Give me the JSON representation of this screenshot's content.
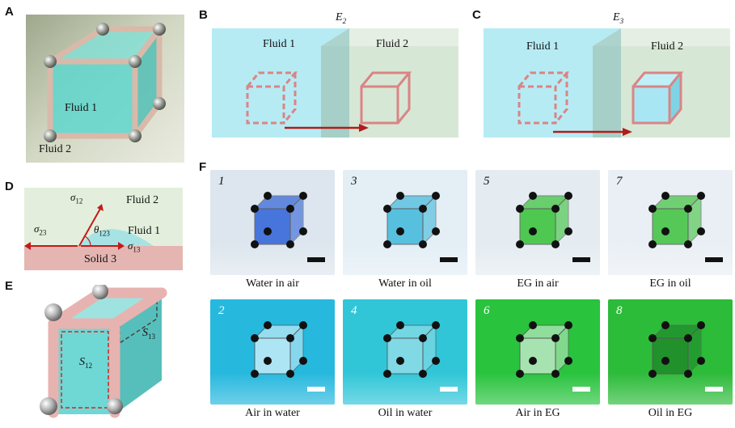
{
  "panels": {
    "A": {
      "letter": "A",
      "fluid1": "Fluid 1",
      "fluid2": "Fluid 2"
    },
    "B": {
      "letter": "B",
      "energy": "E",
      "energy_sub": "2",
      "fluid1": "Fluid 1",
      "fluid2": "Fluid 2"
    },
    "C": {
      "letter": "C",
      "energy": "E",
      "energy_sub": "3",
      "fluid1": "Fluid 1",
      "fluid2": "Fluid 2"
    },
    "D": {
      "letter": "D",
      "sigma12": "σ",
      "sigma12_sub": "12",
      "fluid2": "Fluid 2",
      "sigma23": "σ",
      "sigma23_sub": "23",
      "theta": "θ",
      "theta_sub": "123",
      "fluid1": "Fluid 1",
      "sigma13": "σ",
      "sigma13_sub": "13",
      "solid3": "Solid 3"
    },
    "E": {
      "letter": "E",
      "s13": "S",
      "s13_sub": "13",
      "s12": "S",
      "s12_sub": "12"
    },
    "F": {
      "letter": "F"
    }
  },
  "photos": [
    {
      "num": "1",
      "caption": "Water in air",
      "bg": "#dde6ee",
      "cube": "#2f62d8",
      "bar": "#111111"
    },
    {
      "num": "3",
      "caption": "Water in oil",
      "bg": "#e3eef5",
      "cube": "#3fb8dc",
      "bar": "#111111"
    },
    {
      "num": "5",
      "caption": "EG in air",
      "bg": "#e4ecf1",
      "cube": "#36c236",
      "bar": "#111111"
    },
    {
      "num": "7",
      "caption": "EG in oil",
      "bg": "#e9eff4",
      "cube": "#3dc23d",
      "bar": "#111111"
    },
    {
      "num": "2",
      "caption": "Air in water",
      "bg": "#27b8de",
      "cube": "#c6edf8",
      "bar": "#ffffff"
    },
    {
      "num": "4",
      "caption": "Oil in water",
      "bg": "#30c6d8",
      "cube": "#8fdde8",
      "bar": "#ffffff"
    },
    {
      "num": "6",
      "caption": "Air in EG",
      "bg": "#29c33e",
      "cube": "#bde9c4",
      "bar": "#ffffff"
    },
    {
      "num": "8",
      "caption": "Oil in EG",
      "bg": "#2dbb3a",
      "cube": "#1f8a2a",
      "bar": "#ffffff"
    }
  ]
}
